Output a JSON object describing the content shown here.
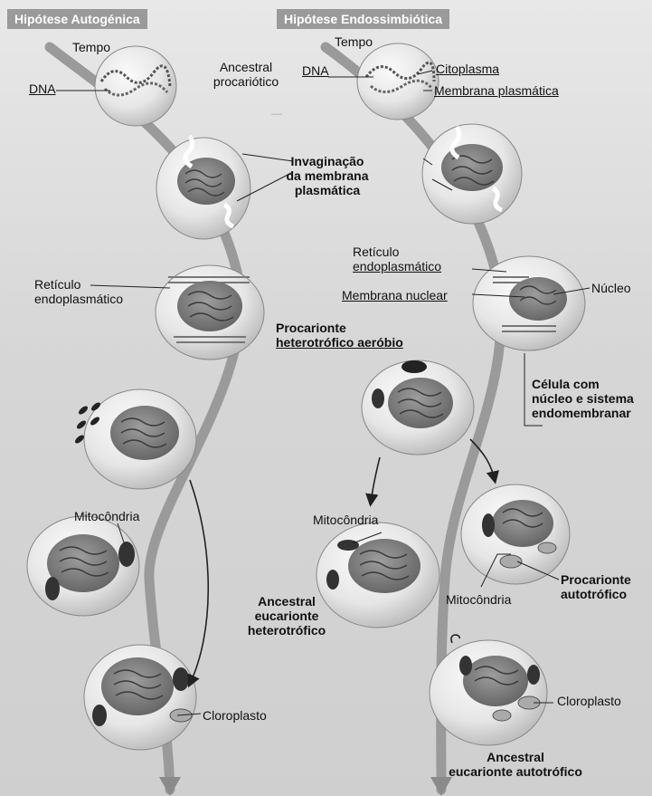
{
  "left": {
    "header": "Hipótese Autogénica",
    "tempo": "Tempo",
    "dna": "DNA",
    "ancestral_procariotico": [
      "Ancestral",
      "procariótico"
    ],
    "invaginacao": [
      "Invaginação",
      "da membrana",
      "plasmática"
    ],
    "reticulo": [
      "Retículo",
      "endoplasmático"
    ],
    "mitocondria": "Mitocôndria",
    "cloroplasto": "Cloroplasto",
    "ancestral_heterotrofico": [
      "Ancestral",
      "eucarionte",
      "heterotrófico"
    ]
  },
  "right": {
    "header": "Hipótese Endossimbiótica",
    "tempo": "Tempo",
    "dna": "DNA",
    "citoplasma": "Citoplasma",
    "membrana_plasmatica": "Membrana plasmática",
    "reticulo": [
      "Retículo",
      "endoplasmático"
    ],
    "membrana_nuclear": "Membrana nuclear",
    "nucleo": "Núcleo",
    "procarionte_aerobio": [
      "Procarionte",
      "heterotrófico aeróbio"
    ],
    "celula_com": [
      "Célula com",
      "núcleo e sistema",
      "endomembranar"
    ],
    "mitocondria_top": "Mitocôndria",
    "mitocondria_bottom": "Mitocôndria",
    "procarionte_autotrofico": [
      "Procarionte",
      "autotrófico"
    ],
    "cloroplasto": "Cloroplasto",
    "ancestral_autotrofico": [
      "Ancestral",
      "eucarionte autotrófico"
    ]
  },
  "colors": {
    "arrow": "#8c8c8c",
    "cell": "#eeeeee",
    "nucleus": "#8a8a8a",
    "organelle": "#3a3a3a",
    "header_bg": "#9a9a9a"
  }
}
